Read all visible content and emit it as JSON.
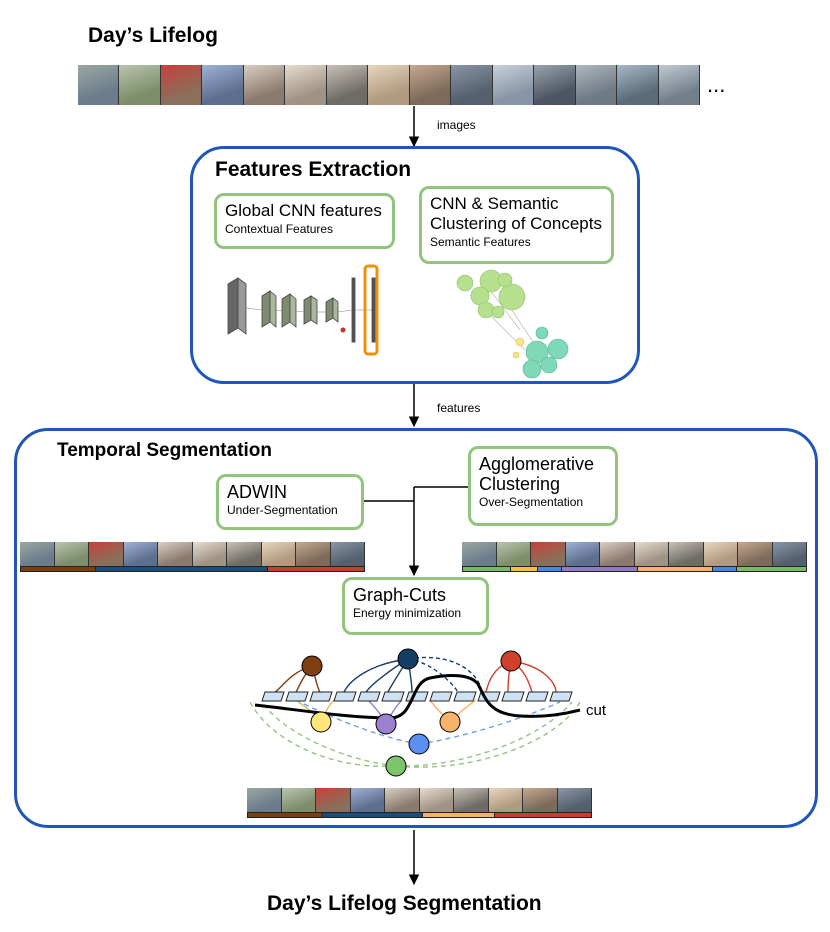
{
  "input_title": "Day’s Lifelog",
  "ellipsis": "...",
  "arrow_label_images": "images",
  "arrow_label_features": "features",
  "output_title": "Day’s Lifelog Segmentation",
  "features_extraction": {
    "title": "Features Extraction",
    "global_cnn": {
      "title": "Global CNN features",
      "subtitle": "Contextual Features"
    },
    "semantic": {
      "title_line1": "CNN & Semantic",
      "title_line2": "Clustering of Concepts",
      "subtitle": "Semantic Features"
    }
  },
  "temporal_segmentation": {
    "title": "Temporal Segmentation",
    "adwin": {
      "title": "ADWIN",
      "subtitle": "Under-Segmentation"
    },
    "agglomerative": {
      "title_line1": "Agglomerative",
      "title_line2": "Clustering",
      "subtitle": "Over-Segmentation"
    },
    "graph_cuts": {
      "title": "Graph-Cuts",
      "subtitle": "Energy minimization"
    },
    "cut_label": "cut"
  },
  "colors": {
    "box_border_blue": "#1f56b9",
    "box_border_green": "#93c47d",
    "seg_brown": "#7a3f10",
    "seg_navy": "#1a4c7c",
    "seg_red": "#c2402d",
    "seg_green": "#7ab86a",
    "seg_yellow": "#f4c23e",
    "seg_blue": "#4a86e8",
    "seg_purple": "#8e7cc3",
    "seg_orange": "#f6b26b",
    "node_brown": "#7f3f13",
    "node_navy": "#123e66",
    "node_red": "#d0402a",
    "node_yellow": "#ffe57a",
    "node_purple": "#9b80cf",
    "node_orange": "#f7b26b",
    "node_blue": "#5b8ff0",
    "node_green": "#7dc46b"
  },
  "segment_bars": {
    "adwin": [
      0.22,
      0.5,
      0.28
    ],
    "agglomerative": [
      0.14,
      0.08,
      0.07,
      0.22,
      0.22,
      0.07,
      0.2
    ],
    "graph_cuts": [
      0.22,
      0.29,
      0.21,
      0.28
    ]
  },
  "icons": [
    "cnn-architecture-icon",
    "concept-cluster-graph-icon",
    "graph-cuts-diagram-icon"
  ]
}
